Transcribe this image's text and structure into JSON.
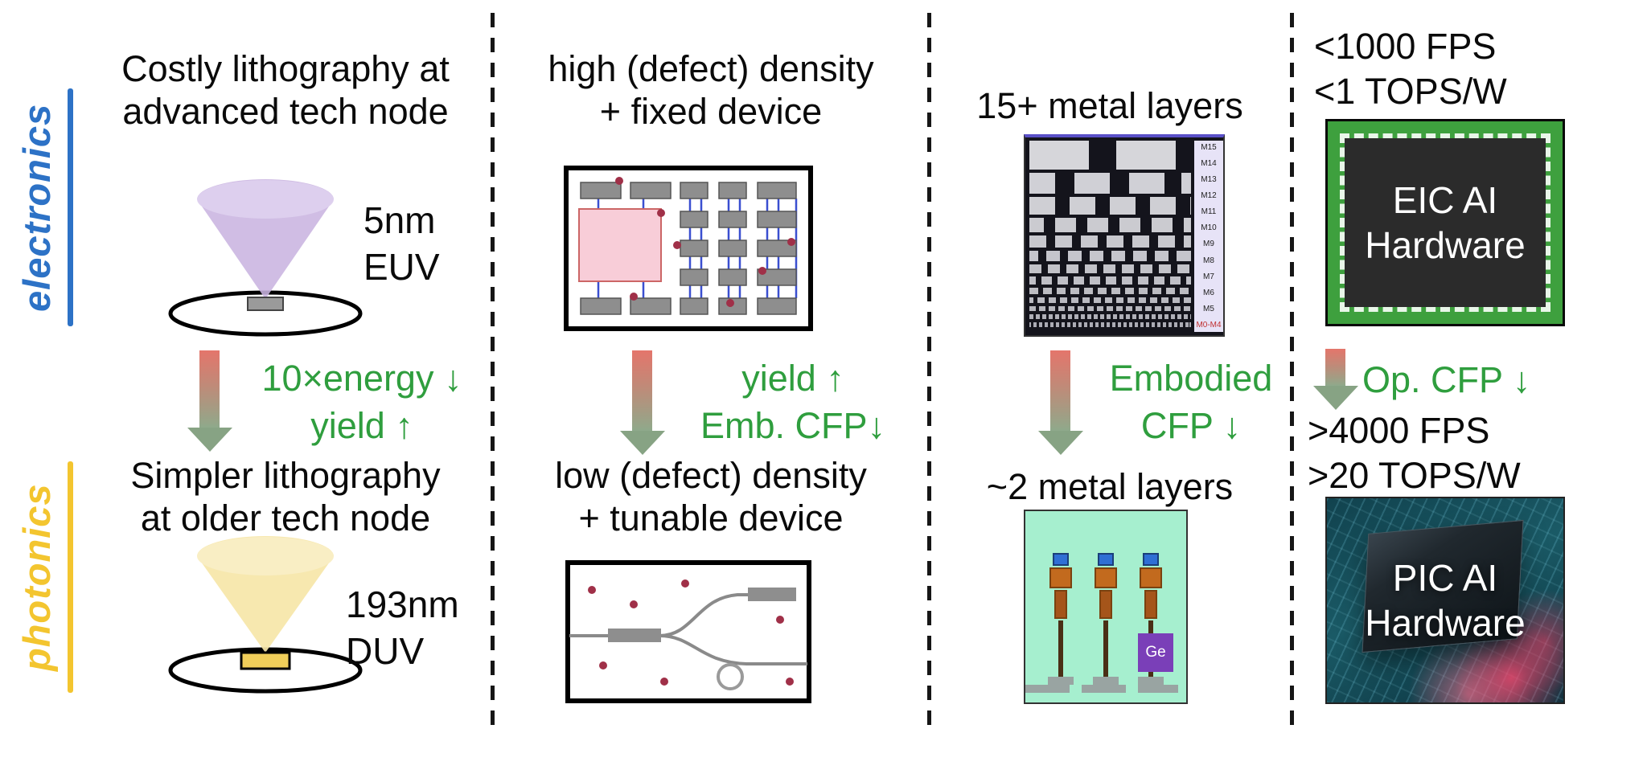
{
  "colors": {
    "electronics_accent": "#2d72c6",
    "photonics_accent": "#f3c52f",
    "annotation_green": "#2f9e3e",
    "arrow_gradient_top": "#e4756b",
    "arrow_gradient_bottom": "#8fa98b",
    "cone_purple": "#c9b4e0",
    "cone_yellow": "#f6e6a8",
    "defect_dot_red": "#a03048",
    "device_background_mint": "#a6efcf",
    "eic_board_green": "#3ea03e",
    "ge_purple": "#7a3fb8"
  },
  "side_labels": {
    "electronics": "electronics",
    "photonics": "photonics"
  },
  "col1": {
    "top_title": [
      "Costly lithography at",
      "advanced tech node"
    ],
    "euv_label": [
      "5nm",
      "EUV"
    ],
    "arrow_text": [
      "10×energy ↓",
      "yield ↑"
    ],
    "bottom_title": [
      "Simpler lithography",
      "at older tech node"
    ],
    "duv_label": [
      "193nm",
      "DUV"
    ]
  },
  "col2": {
    "top_title": [
      "high (defect) density",
      "+ fixed device"
    ],
    "arrow_text": [
      "yield ↑",
      "Emb. CFP↓"
    ],
    "bottom_title": [
      "low (defect) density",
      "+ tunable device"
    ]
  },
  "col3": {
    "top_title": "15+ metal layers",
    "metal_labels": [
      "M15",
      "M14",
      "M13",
      "M12",
      "M11",
      "M10",
      "M9",
      "M8",
      "M7",
      "M6",
      "M5",
      "M0-M4"
    ],
    "arrow_text": [
      "Embodied",
      "CFP ↓"
    ],
    "bottom_title": "~2 metal layers",
    "ge_label": "Ge"
  },
  "col4": {
    "top_stats": [
      "<1000 FPS",
      "<1 TOPS/W"
    ],
    "eic_chip_label": [
      "EIC AI",
      "Hardware"
    ],
    "arrow_text": "Op. CFP ↓",
    "bottom_stats": [
      ">4000 FPS",
      ">20 TOPS/W"
    ],
    "pic_chip_label": [
      "PIC AI",
      "Hardware"
    ]
  }
}
